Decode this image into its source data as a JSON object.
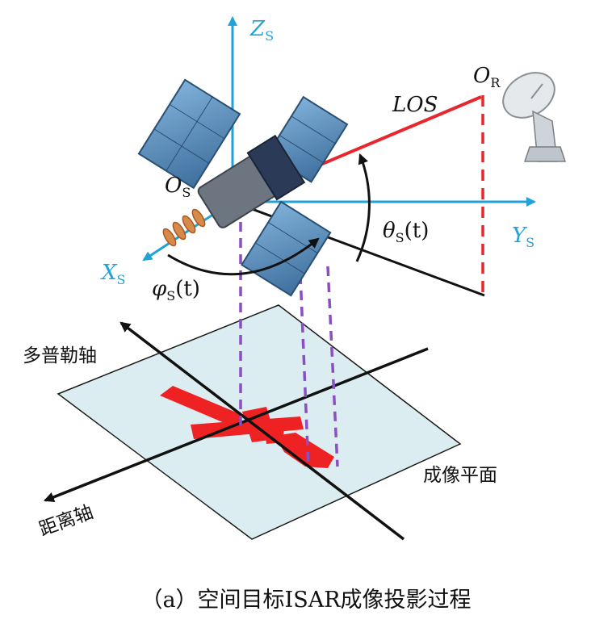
{
  "axes": {
    "zs": {
      "main": "Z",
      "sub": "S"
    },
    "ys": {
      "main": "Y",
      "sub": "S"
    },
    "xs": {
      "main": "X",
      "sub": "S"
    }
  },
  "points": {
    "origin": {
      "main": "O",
      "sub": "S"
    },
    "radar": {
      "main": "O",
      "sub": "R"
    }
  },
  "labels": {
    "los": "LOS",
    "theta": {
      "main": "θ",
      "sub": "S",
      "arg": "(t)"
    },
    "phi": {
      "main": "φ",
      "sub": "S",
      "arg": "(t)"
    },
    "doppler_axis": "多普勒轴",
    "range_axis": "距离轴",
    "imaging_plane": "成像平面"
  },
  "caption": "（a）空间目标ISAR成像投影过程",
  "colors": {
    "axis_blue": "#1fa3d8",
    "los_red": "#e8262d",
    "projection_purple": "#8a4fc0",
    "plane_fill": "#dcedf1",
    "target_red": "#ee2222"
  },
  "icons": [
    "satellite-icon",
    "radar-dish-icon"
  ]
}
